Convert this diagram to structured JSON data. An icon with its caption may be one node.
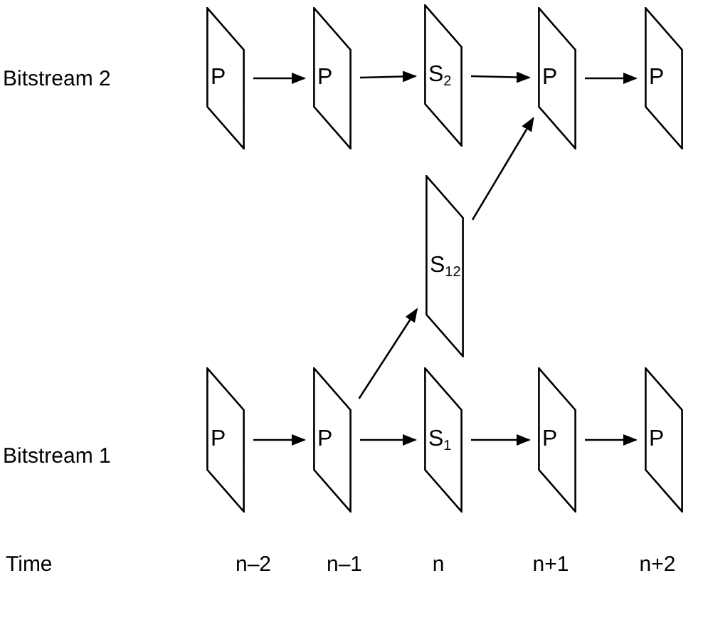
{
  "diagram": {
    "nodes": [
      {
        "text": [
          "P"
        ]
      },
      {
        "text": [
          "P"
        ]
      },
      {
        "text": [
          "S$_{2}$"
        ]
      },
      {
        "text": [
          "P"
        ]
      },
      {
        "text": [
          "P"
        ]
      },
      {
        "text": [
          "S$_{12}$"
        ]
      },
      {
        "text": [
          "P"
        ]
      },
      {
        "text": [
          "P"
        ]
      },
      {
        "text": [
          "S$_{1}$"
        ]
      },
      {
        "text": [
          "P"
        ]
      },
      {
        "text": [
          "P"
        ]
      }
    ],
    "edges": [
      {
        "from": 0,
        "to": 1,
        "arrow": "to"
      },
      {
        "from": 1,
        "to": 2,
        "arrow": "to"
      },
      {
        "from": 2,
        "to": 3,
        "arrow": "to"
      },
      {
        "from": 3,
        "to": 4,
        "arrow": "to"
      },
      {
        "from": 5,
        "to": 3,
        "arrow": "to"
      },
      {
        "from": 7,
        "to": 5,
        "arrow": "to"
      },
      {
        "from": 6,
        "to": 7,
        "arrow": "to"
      },
      {
        "from": 7,
        "to": 8,
        "arrow": "to"
      },
      {
        "from": 8,
        "to": 9,
        "arrow": "to"
      },
      {
        "from": 9,
        "to": 10,
        "arrow": "to"
      }
    ],
    "labels": [
      "Bitstream 2",
      "Bitstream 1",
      "Time",
      "n–2",
      "n–1",
      "n",
      "n+1",
      "n+2"
    ]
  }
}
